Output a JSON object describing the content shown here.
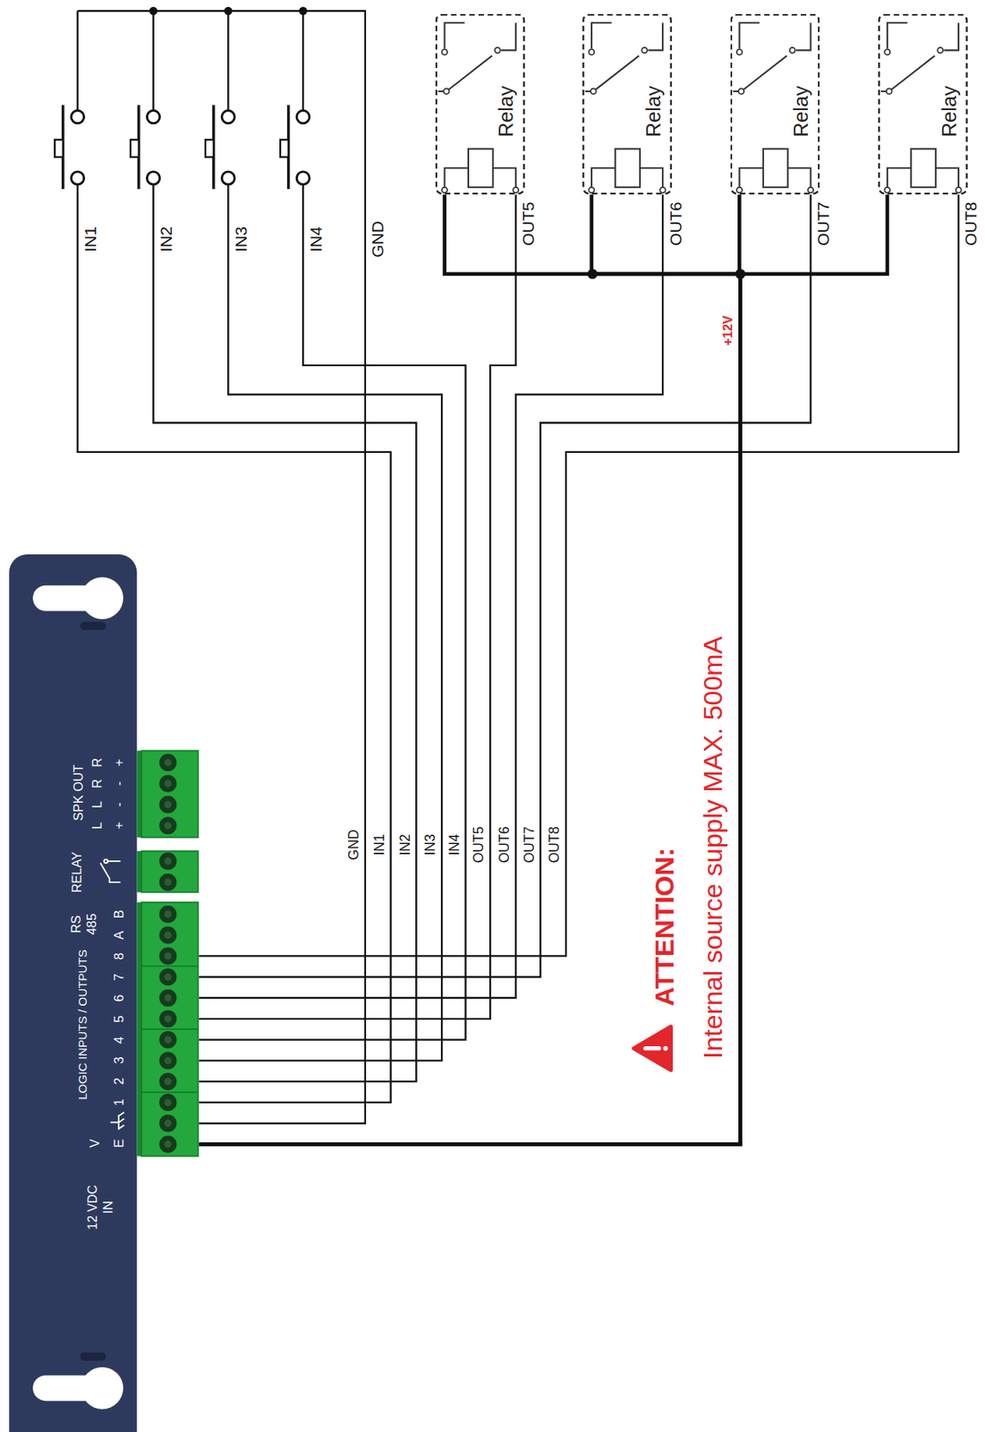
{
  "diagram": {
    "nodes": [
      {
        "text": [
          "12 VDC IN",
          "V",
          "E",
          "LOGIC INPUTS / OUTPUTS",
          "1",
          "2",
          "3",
          "4",
          "5",
          "6",
          "7",
          "8",
          "RS 485",
          "A",
          "B",
          "RELAY",
          "SPK OUT",
          "L",
          "L",
          "R",
          "R",
          "+",
          "-",
          "-",
          "+"
        ]
      },
      {
        "text": [
          "Relay"
        ]
      },
      {
        "text": [
          "Relay"
        ]
      },
      {
        "text": [
          "Relay"
        ]
      },
      {
        "text": [
          "Relay"
        ]
      }
    ],
    "edges": [
      {
        "from": 0,
        "to": 1,
        "arrow": "none",
        "label": "OUT5"
      },
      {
        "from": 0,
        "to": 2,
        "arrow": "none",
        "label": "OUT6"
      },
      {
        "from": 0,
        "to": 3,
        "arrow": "none",
        "label": "OUT7"
      },
      {
        "from": 0,
        "to": 4,
        "arrow": "none",
        "label": "OUT8"
      },
      {
        "from": 0,
        "to": 1,
        "arrow": "none"
      },
      {
        "from": 0,
        "to": 2,
        "arrow": "none"
      },
      {
        "from": 0,
        "to": 3,
        "arrow": "none"
      },
      {
        "from": 0,
        "to": 4,
        "arrow": "none"
      }
    ],
    "labels": [
      "IN1",
      "IN2",
      "IN3",
      "IN4",
      "GND",
      "GND",
      "IN1",
      "IN2",
      "IN3",
      "IN4",
      "OUT5",
      "OUT6",
      "OUT7",
      "OUT8",
      "+12V",
      "ATTENTION:",
      "Internal source supply MAX. 500mA"
    ]
  }
}
